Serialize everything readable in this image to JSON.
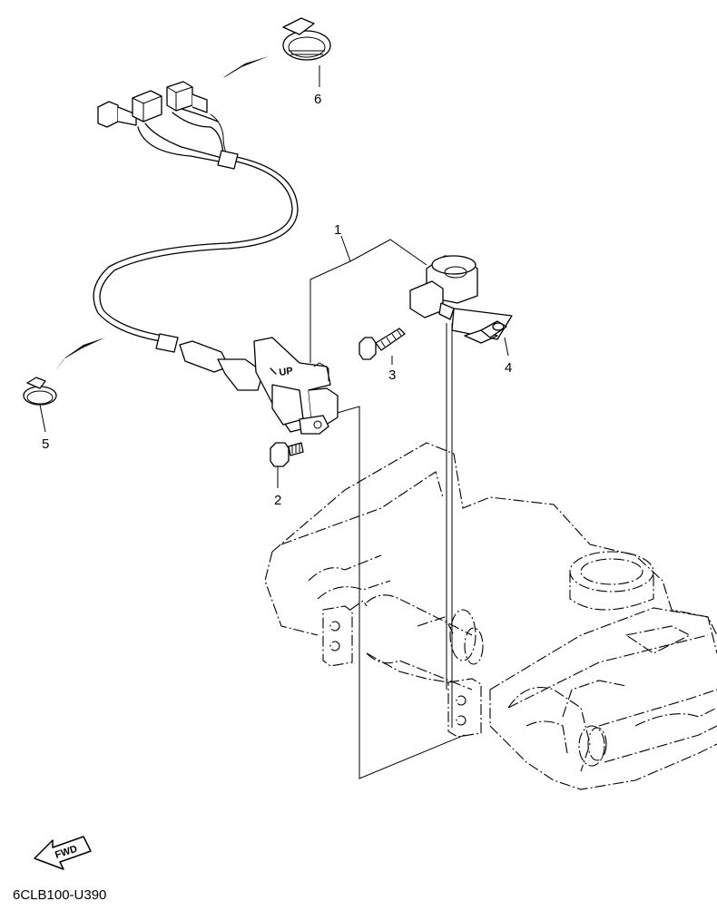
{
  "diagram_code": "6CLB100-U390",
  "fwd_label": "FWD",
  "callouts": [
    {
      "id": "1",
      "label": "1"
    },
    {
      "id": "2",
      "label": "2"
    },
    {
      "id": "3",
      "label": "3"
    },
    {
      "id": "4",
      "label": "4"
    },
    {
      "id": "5",
      "label": "5"
    },
    {
      "id": "6",
      "label": "6"
    }
  ],
  "sensor_marking": "UP"
}
